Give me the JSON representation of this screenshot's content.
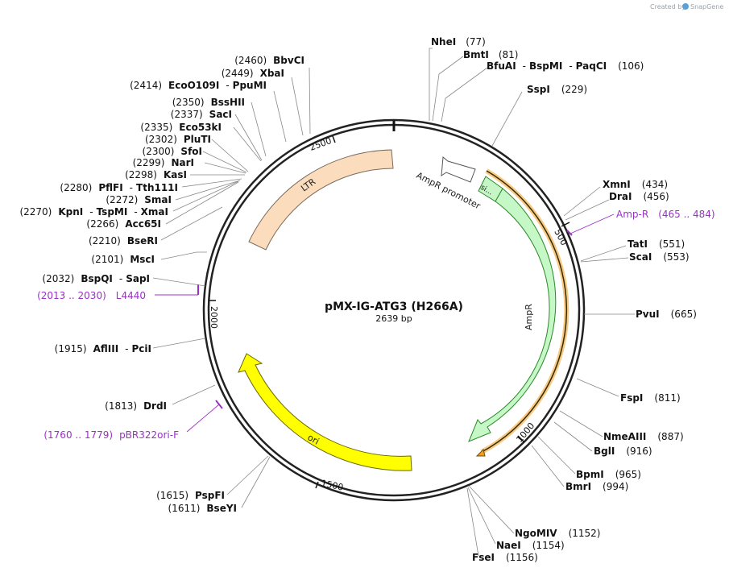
{
  "credit": {
    "text": "Created by",
    "brand": "SnapGene"
  },
  "plasmid": {
    "name": "pMX-IG-ATG3 (H266A)",
    "length_label": "2639 bp",
    "length": 2639
  },
  "ticks": [
    "500",
    "1000",
    "1500",
    "2000",
    "2500"
  ],
  "sites": [
    {
      "id": "s1",
      "parts": [
        "NheI"
      ],
      "pos": "(77)"
    },
    {
      "id": "s2",
      "parts": [
        "BmtI"
      ],
      "pos": "(81)"
    },
    {
      "id": "s3",
      "parts": [
        "BfuAI",
        "-",
        "BspMI",
        "-",
        "PaqCI"
      ],
      "pos": "(106)"
    },
    {
      "id": "s4",
      "parts": [
        "SspI"
      ],
      "pos": "(229)"
    },
    {
      "id": "s5",
      "parts": [
        "XmnI"
      ],
      "pos": "(434)"
    },
    {
      "id": "s6",
      "parts": [
        "DraI"
      ],
      "pos": "(456)"
    },
    {
      "id": "s7",
      "parts": [
        "TatI"
      ],
      "pos": "(551)"
    },
    {
      "id": "s8",
      "parts": [
        "ScaI"
      ],
      "pos": "(553)"
    },
    {
      "id": "s9",
      "parts": [
        "PvuI"
      ],
      "pos": "(665)"
    },
    {
      "id": "s10",
      "parts": [
        "FspI"
      ],
      "pos": "(811)"
    },
    {
      "id": "s11",
      "parts": [
        "NmeAIII"
      ],
      "pos": "(887)"
    },
    {
      "id": "s12",
      "parts": [
        "BglI"
      ],
      "pos": "(916)"
    },
    {
      "id": "s13",
      "parts": [
        "BpmI"
      ],
      "pos": "(965)"
    },
    {
      "id": "s14",
      "parts": [
        "BmrI"
      ],
      "pos": "(994)"
    },
    {
      "id": "s15",
      "parts": [
        "NgoMIV"
      ],
      "pos": "(1152)"
    },
    {
      "id": "s16",
      "parts": [
        "NaeI"
      ],
      "pos": "(1154)"
    },
    {
      "id": "s17",
      "parts": [
        "FseI"
      ],
      "pos": "(1156)"
    },
    {
      "id": "s18",
      "parts": [
        "PspFI"
      ],
      "pos": "(1615)"
    },
    {
      "id": "s19",
      "parts": [
        "BseYI"
      ],
      "pos": "(1611)"
    },
    {
      "id": "s20",
      "parts": [
        "DrdI"
      ],
      "pos": "(1813)"
    },
    {
      "id": "s21",
      "parts": [
        "AflIII",
        "-",
        "PciI"
      ],
      "pos": "(1915)"
    },
    {
      "id": "s22",
      "parts": [
        "BspQI",
        "-",
        "SapI"
      ],
      "pos": "(2032)"
    },
    {
      "id": "s23",
      "parts": [
        "MscI"
      ],
      "pos": "(2101)"
    },
    {
      "id": "s24",
      "parts": [
        "BseRI"
      ],
      "pos": "(2210)"
    },
    {
      "id": "s25",
      "parts": [
        "Acc65I"
      ],
      "pos": "(2266)"
    },
    {
      "id": "s26",
      "parts": [
        "KpnI",
        "-",
        "TspMI",
        "-",
        "XmaI"
      ],
      "pos": "(2270)"
    },
    {
      "id": "s27",
      "parts": [
        "SmaI"
      ],
      "pos": "(2272)"
    },
    {
      "id": "s28",
      "parts": [
        "PflFI",
        "-",
        "Tth111I"
      ],
      "pos": "(2280)"
    },
    {
      "id": "s29",
      "parts": [
        "KasI"
      ],
      "pos": "(2298)"
    },
    {
      "id": "s30",
      "parts": [
        "NarI"
      ],
      "pos": "(2299)"
    },
    {
      "id": "s31",
      "parts": [
        "SfoI"
      ],
      "pos": "(2300)"
    },
    {
      "id": "s32",
      "parts": [
        "PluTI"
      ],
      "pos": "(2302)"
    },
    {
      "id": "s33",
      "parts": [
        "Eco53kI"
      ],
      "pos": "(2335)"
    },
    {
      "id": "s34",
      "parts": [
        "SacI"
      ],
      "pos": "(2337)"
    },
    {
      "id": "s35",
      "parts": [
        "BssHII"
      ],
      "pos": "(2350)"
    },
    {
      "id": "s36",
      "parts": [
        "EcoO109I",
        "-",
        "PpuMI"
      ],
      "pos": "(2414)"
    },
    {
      "id": "s37",
      "parts": [
        "XbaI"
      ],
      "pos": "(2449)"
    },
    {
      "id": "s38",
      "parts": [
        "BbvCI"
      ],
      "pos": "(2460)"
    }
  ],
  "primers": [
    {
      "id": "p1",
      "name": "Amp-R",
      "range": "(465 .. 484)",
      "color": "#9b30c8"
    },
    {
      "id": "p2",
      "name": "L4440",
      "range": "(2013 .. 2030)",
      "color": "#9b30c8"
    },
    {
      "id": "p3",
      "name": "pBR322ori-F",
      "range": "(1760 .. 1779)",
      "color": "#9b30c8"
    }
  ],
  "features": [
    {
      "id": "f1",
      "name": "LTR",
      "color": "#fbdcbd"
    },
    {
      "id": "f2",
      "name": "AmpR promoter",
      "color": "#ffffff"
    },
    {
      "id": "f3",
      "name": "si...",
      "color": "#c6f5c6"
    },
    {
      "id": "f4",
      "name": "AmpR",
      "color": "#c6f7c6"
    },
    {
      "id": "f5",
      "name": "ori",
      "color": "#ffff00"
    }
  ],
  "highlight_color": "#f0a020"
}
